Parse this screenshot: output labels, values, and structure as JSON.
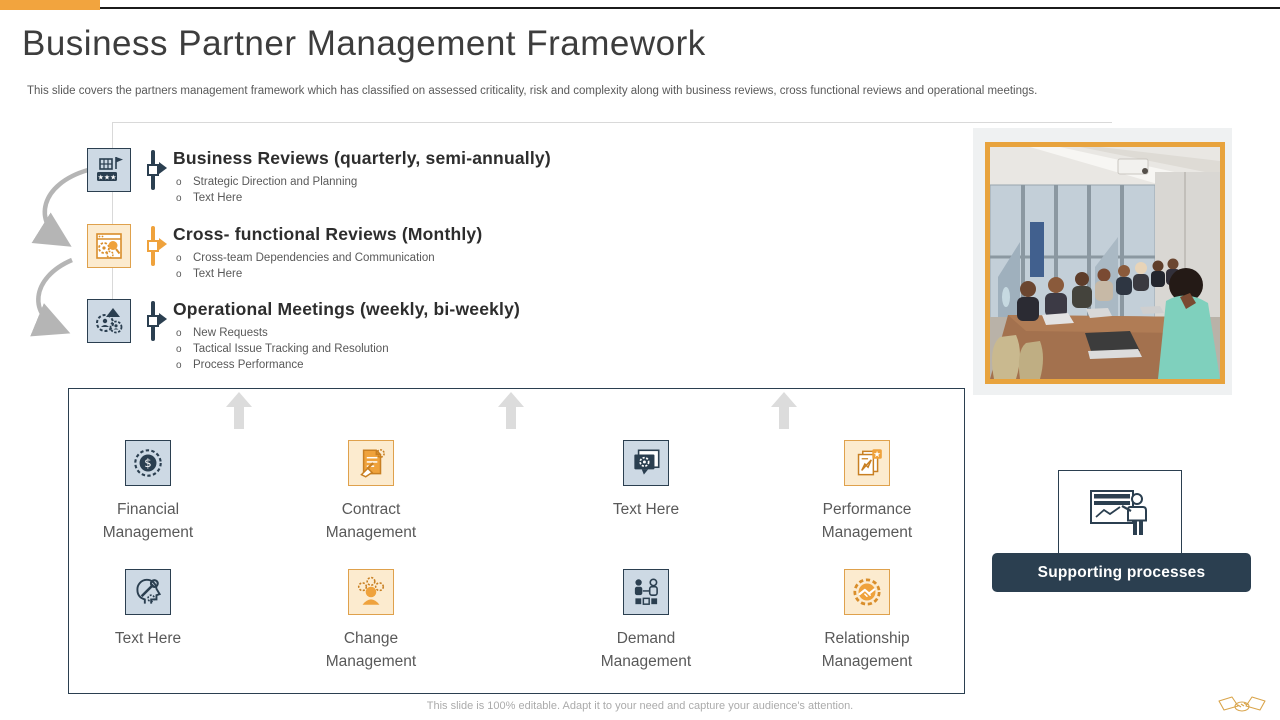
{
  "slide": {
    "title": "Business Partner Management Framework",
    "subtitle": "This slide covers the partners management framework which has classified on assessed criticality, risk and complexity along with business reviews, cross functional reviews and operational meetings.",
    "footer": "This slide is 100% editable. Adapt it to your need and capture your audience's attention."
  },
  "sections": [
    {
      "heading": "Business Reviews (quarterly, semi-annually)",
      "bullets": [
        "Strategic Direction and Planning",
        "Text Here"
      ],
      "icon": "control-panel-icon",
      "theme": "navy"
    },
    {
      "heading": "Cross- functional Reviews (Monthly)",
      "bullets": [
        "Cross-team Dependencies and Communication",
        "Text Here"
      ],
      "icon": "gears-window-icon",
      "theme": "orange"
    },
    {
      "heading": "Operational Meetings (weekly, bi-weekly)",
      "bullets": [
        "New Requests",
        "Tactical Issue Tracking and Resolution",
        "Process Performance"
      ],
      "icon": "team-gears-icon",
      "theme": "navy"
    }
  ],
  "grid": {
    "items": [
      {
        "label": "Financial Management",
        "icon": "financial-badge-icon",
        "theme": "navy"
      },
      {
        "label": "Contract Management",
        "icon": "contract-document-icon",
        "theme": "orange"
      },
      {
        "label": "Text Here",
        "icon": "screen-gear-bubble-icon",
        "theme": "navy"
      },
      {
        "label": "Performance Management",
        "icon": "performance-report-icon",
        "theme": "orange"
      },
      {
        "label": "Text Here",
        "icon": "head-wrench-icon",
        "theme": "navy"
      },
      {
        "label": "Change Management",
        "icon": "person-gears-icon",
        "theme": "orange"
      },
      {
        "label": "Demand Management",
        "icon": "demand-people-icon",
        "theme": "navy"
      },
      {
        "label": "Relationship Management",
        "icon": "handshake-gear-icon",
        "theme": "orange"
      }
    ]
  },
  "supporting": {
    "label": "Supporting processes",
    "icon": "presenter-board-icon"
  },
  "photo": {
    "description": "Business meeting in conference room",
    "frame_color": "#E8A33D"
  },
  "colors": {
    "accent_orange": "#F2A43E",
    "navy": "#2B3F50",
    "light_blue": "#CDD9E4",
    "light_orange": "#FCEBCF",
    "arrow_gray": "#DCDCDC",
    "photo_frame_orange": "#E8A33D"
  }
}
